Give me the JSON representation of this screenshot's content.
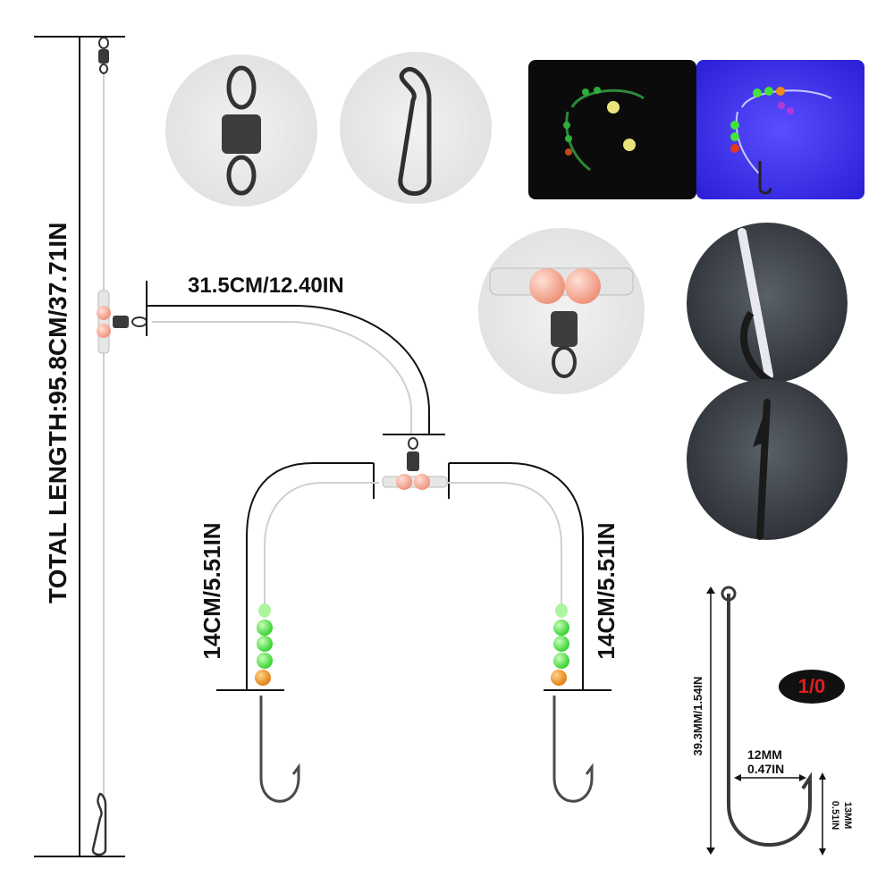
{
  "labels": {
    "total_length": "TOTAL LENGTH:95.8CM/37.71IN",
    "top_arm": "31.5CM/12.40IN",
    "left_leader": "14CM/5.51IN",
    "right_leader": "14CM/5.51IN",
    "hook_length": "39.3MM/1.54IN",
    "hook_gap_a": "12MM",
    "hook_gap_b": "0.47IN",
    "hook_barb_a": "13MM",
    "hook_barb_b": "0.51IN",
    "hook_size": "1/0"
  },
  "colors": {
    "line": "#111111",
    "bead_pink": "#f4a48c",
    "bead_green": "#44e23a",
    "bead_light_green": "#aef5a0",
    "bead_orange": "#f08a12",
    "badge_bg": "#111111",
    "badge_text": "#e11d1d",
    "photo_bg": "#e8e8e8",
    "dark_photo": "#0b0b0b",
    "uv_photo": "#3a2ff0"
  },
  "icons": [
    "swivel-icon",
    "snap-icon",
    "hook-icon",
    "bead-icon"
  ]
}
